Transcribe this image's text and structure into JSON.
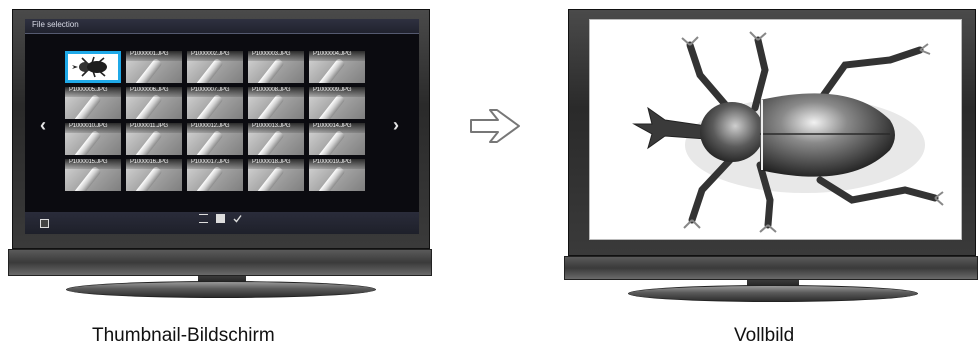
{
  "left_tv": {
    "screen_title": "File selection",
    "thumbnails": [
      [
        "",
        "P1000001.JPG",
        "P1000002.JPG",
        "P1000003.JPG",
        "P1000004.JPG"
      ],
      [
        "P1000005.JPG",
        "P1000006.JPG",
        "P1000007.JPG",
        "P1000008.JPG",
        "P1000009.JPG"
      ],
      [
        "P1000010.JPG",
        "P1000011.JPG",
        "P1000012.JPG",
        "P1000013.JPG",
        "P1000014.JPG"
      ],
      [
        "P1000015.JPG",
        "P1000016.JPG",
        "P1000017.JPG",
        "P1000018.JPG",
        "P1000019.JPG"
      ]
    ],
    "selected_index": 0,
    "nav_prev": "‹",
    "nav_next": "›",
    "selection_color": "#1fa9e8"
  },
  "arrow_icon": "arrow-right-icon",
  "captions": {
    "left": "Thumbnail-Bildschirm",
    "right": "Vollbild"
  }
}
